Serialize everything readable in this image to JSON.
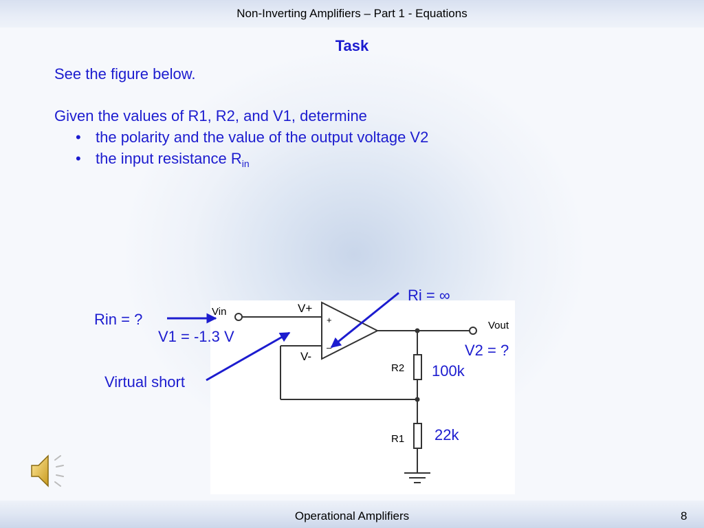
{
  "header": {
    "title": "Non-Inverting Amplifiers – Part 1 - Equations"
  },
  "slide": {
    "heading": "Task",
    "line1": "See the figure below.",
    "line2": "Given the values of R1, R2, and V1, determine",
    "bullets": [
      {
        "marker": "•",
        "text": "the polarity and the value of the output voltage V2"
      },
      {
        "marker": "•",
        "text": "the input resistance R",
        "subscript": "in"
      }
    ]
  },
  "circuit": {
    "labels": {
      "vin": "Vin",
      "vplus": "V+",
      "vminus": "V-",
      "plus_sign": "+",
      "minus_sign": "–",
      "vout": "Vout",
      "r2": "R2",
      "r1": "R1"
    },
    "annotations": {
      "ri": "Ri = ∞",
      "rin": "Rin = ?",
      "v1": "V1 = -1.3 V",
      "v2": "V2 = ?",
      "r2_value": "100k",
      "r1_value": "22k",
      "virtual_short": "Virtual short"
    }
  },
  "footer": {
    "title": "Operational Amplifiers",
    "page_number": "8"
  },
  "colors": {
    "accent": "#1c1ccf",
    "circuit_line": "#333333",
    "header_bar": "#dce3f1"
  },
  "icons": {
    "speaker": "speaker-icon"
  }
}
